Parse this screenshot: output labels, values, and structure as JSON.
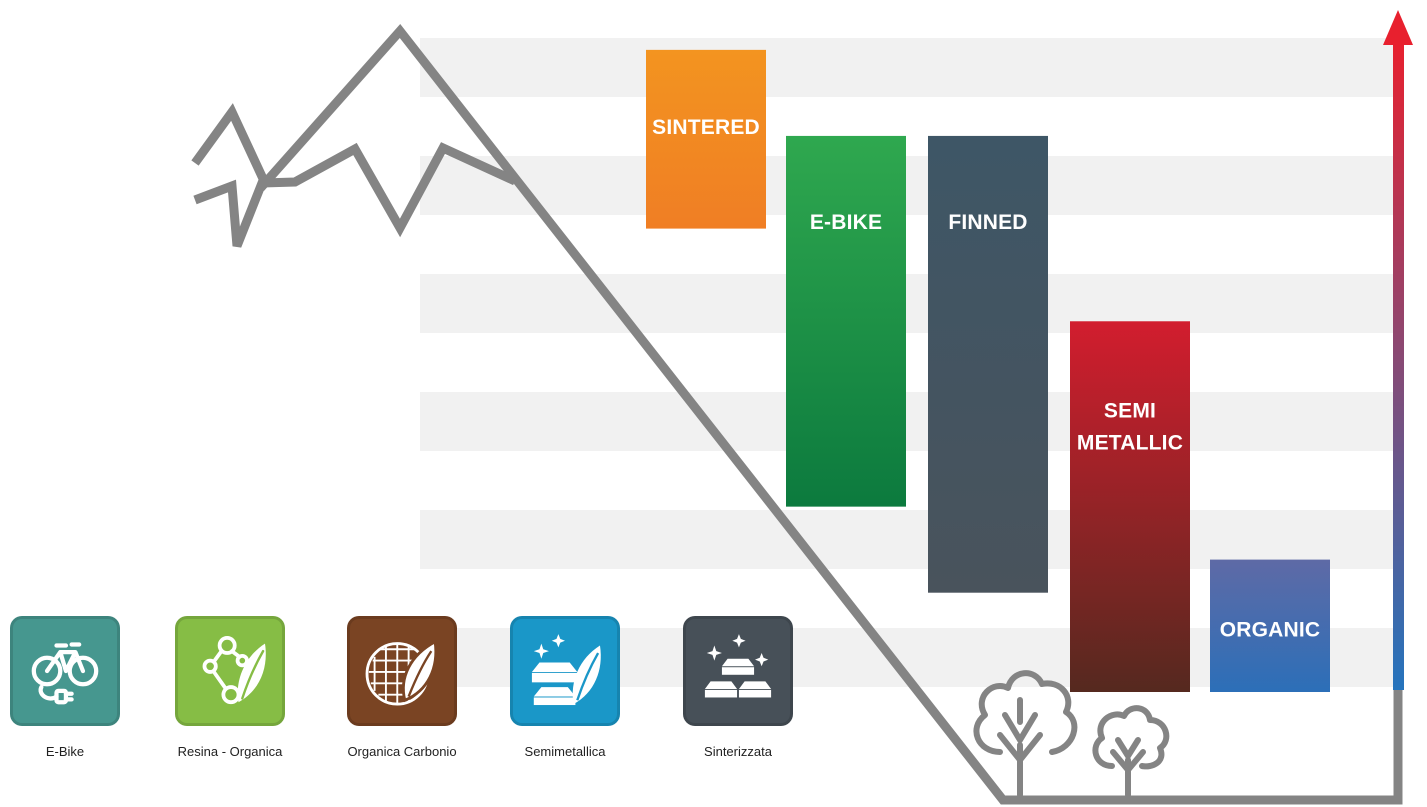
{
  "bars": [
    {
      "label_lines": [
        "SINTERED"
      ],
      "top": "#f39420",
      "bottom": "#f07e24",
      "level_top": 0.97,
      "level_bottom": 0.7
    },
    {
      "label_lines": [
        "E-BIKE"
      ],
      "top": "#2fa84f",
      "bottom": "#0c7a3e",
      "level_top": 0.84,
      "level_bottom": 0.28
    },
    {
      "label_lines": [
        "FINNED"
      ],
      "top": "#3e5666",
      "bottom": "#49535c",
      "level_top": 0.84,
      "level_bottom": 0.15
    },
    {
      "label_lines": [
        "SEMI",
        "METALLIC"
      ],
      "top": "#d21d2e",
      "bottom": "#55291f",
      "level_top": 0.56,
      "level_bottom": 0.0
    },
    {
      "label_lines": [
        "ORGANIC"
      ],
      "top": "#5e6aa6",
      "bottom": "#2c6fb8",
      "level_top": 0.2,
      "level_bottom": 0.0
    }
  ],
  "arrow_colors": {
    "top": "#e8202e",
    "bottom": "#2574bd"
  },
  "icons": [
    {
      "name": "ebike",
      "caption": "E-Bike",
      "color": "#46978f",
      "glyph": "bicycle-plug-icon"
    },
    {
      "name": "resina-organica",
      "caption": "Resina - Organica",
      "color": "#86bd45",
      "glyph": "molecule-leaf-icon"
    },
    {
      "name": "organica-carbonio",
      "caption": "Organica Carbonio",
      "color": "#7a4423",
      "glyph": "carbon-leaf-icon"
    },
    {
      "name": "semimetallica",
      "caption": "Semimetallica",
      "color": "#1a97c8",
      "glyph": "ingot-leaf-icon"
    },
    {
      "name": "sinterizzata",
      "caption": "Sinterizzata",
      "color": "#475058",
      "glyph": "ingots-sparkle-icon"
    }
  ]
}
